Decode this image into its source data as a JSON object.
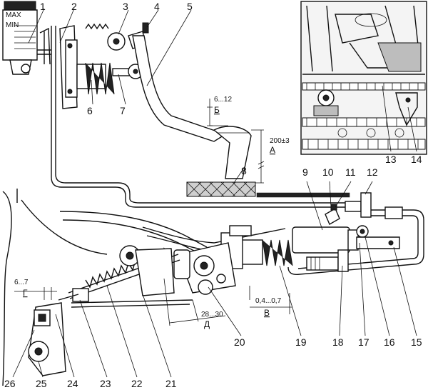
{
  "callouts": [
    "1",
    "2",
    "3",
    "4",
    "5",
    "6",
    "7",
    "8",
    "9",
    "10",
    "11",
    "12",
    "13",
    "14",
    "15",
    "16",
    "17",
    "18",
    "19",
    "20",
    "21",
    "22",
    "23",
    "24",
    "25",
    "26"
  ],
  "dimensions": {
    "b_range": "6...12",
    "b_mark": "Б",
    "a_value": "200±3",
    "a_mark": "А",
    "v_range": "0,4...0,7",
    "v_mark": "В",
    "d_range": "28...30",
    "d_mark": "Д",
    "g_range": "6...7",
    "g_mark": "Г"
  },
  "reservoir": {
    "max_label": "MAX",
    "min_label": "MIN"
  }
}
